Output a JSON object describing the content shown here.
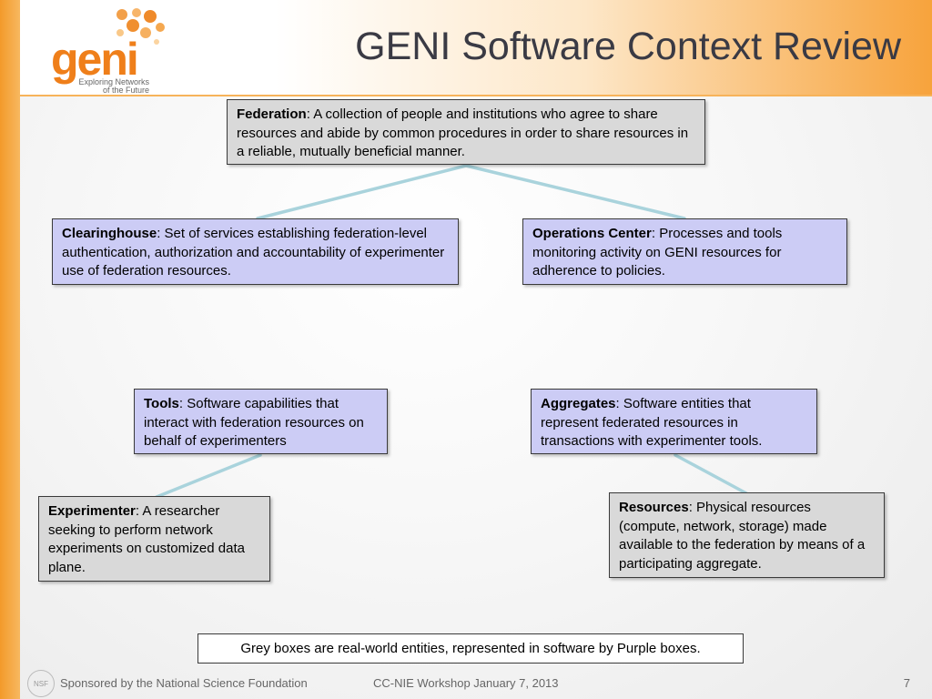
{
  "header": {
    "title": "GENI Software Context Review"
  },
  "logo": {
    "word": "geni",
    "tagline_1": "Exploring Networks",
    "tagline_2": "of the Future"
  },
  "boxes": {
    "federation": {
      "term": "Federation",
      "desc": ": A collection of people and institutions who agree to share resources and abide by common procedures in order to share resources in a reliable, mutually beneficial manner."
    },
    "clearinghouse": {
      "term": "Clearinghouse",
      "desc": ": Set of services establishing federation-level authentication, authorization and accountability of experimenter use of federation resources."
    },
    "operations_center": {
      "term": "Operations Center",
      "desc": ": Processes and tools monitoring activity on GENI resources for adherence to policies."
    },
    "tools": {
      "term": "Tools",
      "desc": ": Software capabilities that interact with federation resources on behalf of experimenters"
    },
    "aggregates": {
      "term": "Aggregates",
      "desc": ": Software entities that represent federated resources in transactions with experimenter tools."
    },
    "experimenter": {
      "term": "Experimenter",
      "desc": ": A researcher seeking to perform network experiments on customized data plane."
    },
    "resources": {
      "term": "Resources",
      "desc": ": Physical resources (compute, network, storage) made available to the federation by means of a participating aggregate."
    }
  },
  "note": "Grey boxes are real-world entities, represented in software by Purple boxes.",
  "footer": {
    "nsf_logo": "NSF",
    "sponsor": "Sponsored by the National Science Foundation",
    "event": "CC-NIE Workshop January 7, 2013",
    "page_number": "7"
  },
  "colors": {
    "grey_box": "#d9d9d9",
    "purple_box": "#ccccf5",
    "accent": "#ef7f1a",
    "connector": "#a9d3dc"
  }
}
